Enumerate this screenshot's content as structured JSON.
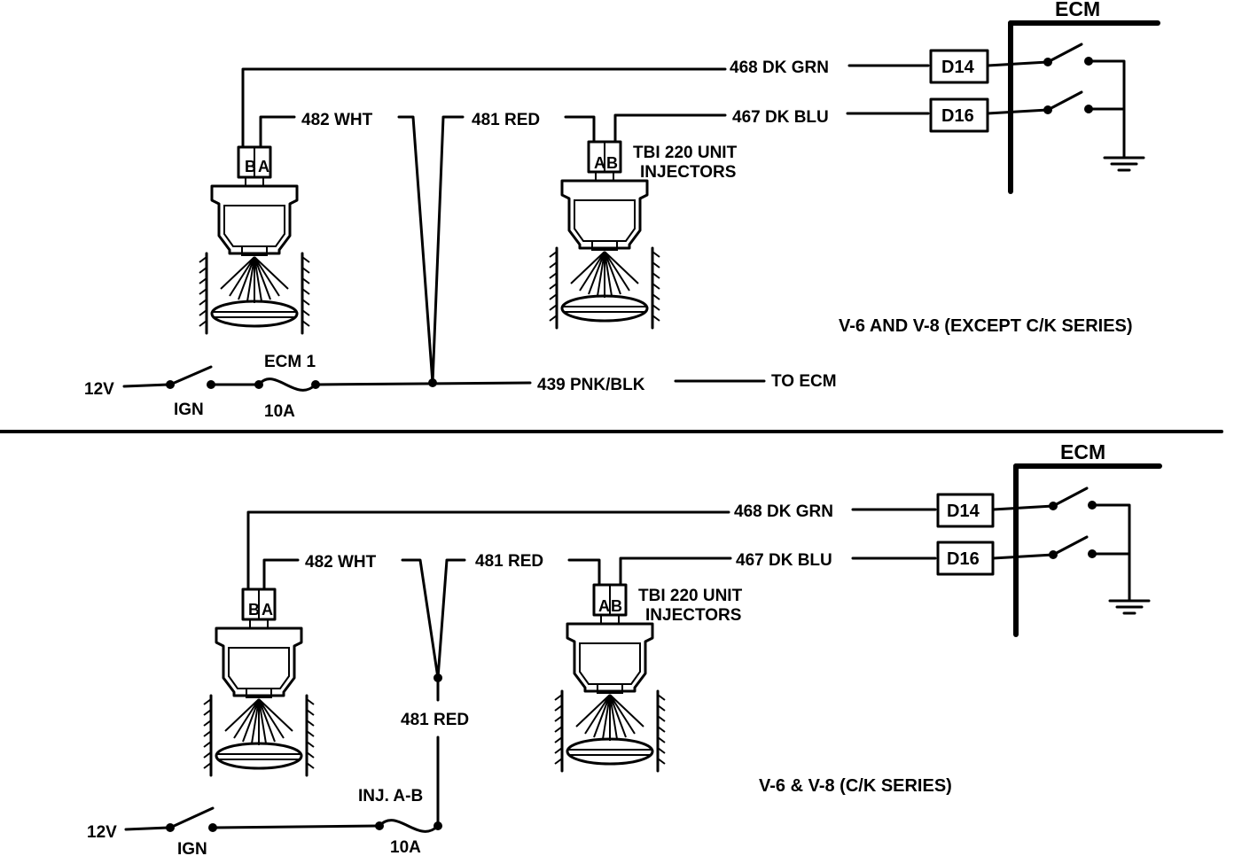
{
  "colors": {
    "ink": "#000000",
    "background": "#ffffff"
  },
  "top": {
    "caption": "V-6 AND V-8 (EXCEPT C/K SERIES)",
    "ecm_title": "ECM",
    "wire_468": "468 DK GRN",
    "wire_467": "467 DK BLU",
    "wire_482": "482 WHT",
    "wire_481": "481 RED",
    "wire_439": "439  PNK/BLK",
    "to_ecm": "TO ECM",
    "pin_d14": "D14",
    "pin_d16": "D16",
    "injector_label_line1": "TBI 220 UNIT",
    "injector_label_line2": "INJECTORS",
    "pin_b": "B",
    "pin_a": "A",
    "supply": "12V",
    "ign": "IGN",
    "fuse_name": "ECM 1",
    "fuse_rating": "10A"
  },
  "bottom": {
    "caption": "V-6 & V-8 (C/K SERIES)",
    "ecm_title": "ECM",
    "wire_468": "468 DK GRN",
    "wire_467": "467 DK BLU",
    "wire_482": "482 WHT",
    "wire_481": "481 RED",
    "wire_481_feed": "481  RED",
    "pin_d14": "D14",
    "pin_d16": "D16",
    "injector_label_line1": "TBI 220 UNIT",
    "injector_label_line2": "INJECTORS",
    "pin_b": "B",
    "pin_a": "A",
    "supply": "12V",
    "ign": "IGN",
    "fuse_name": "INJ. A-B",
    "fuse_rating": "10A"
  }
}
